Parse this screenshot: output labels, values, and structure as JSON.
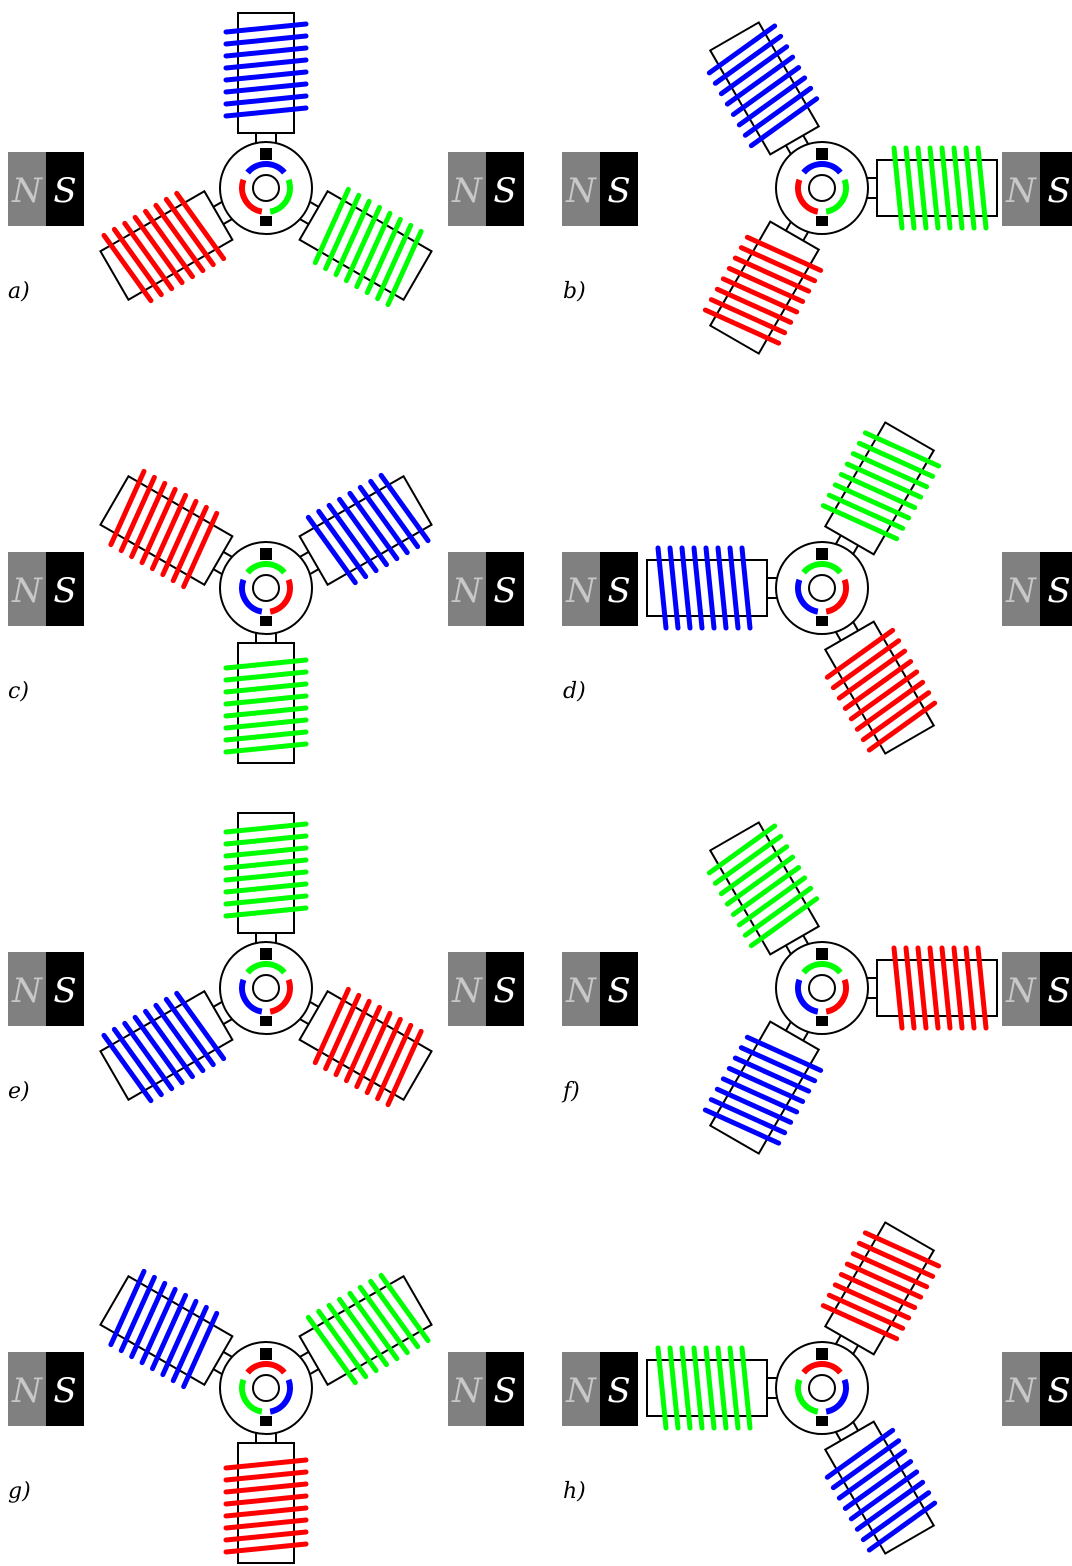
{
  "colors": {
    "north": "#808080",
    "south": "#000000",
    "coil_blue": "#0000ff",
    "coil_red": "#ff0000",
    "coil_green": "#00ff00",
    "frame": "#000000"
  },
  "magnet": {
    "north_label": "N",
    "south_label": "S"
  },
  "panels": [
    {
      "label": "a)",
      "rotation_deg": 0,
      "coils": [
        "blue",
        "green",
        "red"
      ]
    },
    {
      "label": "b)",
      "rotation_deg": -30,
      "coils": [
        "blue",
        "green",
        "red"
      ]
    },
    {
      "label": "c)",
      "rotation_deg": 0,
      "coils": [
        "green",
        "red",
        "blue"
      ],
      "flipped": true
    },
    {
      "label": "d)",
      "rotation_deg": 30,
      "coils": [
        "green",
        "red",
        "blue"
      ]
    },
    {
      "label": "e)",
      "rotation_deg": 0,
      "coils": [
        "green",
        "red",
        "blue"
      ]
    },
    {
      "label": "f)",
      "rotation_deg": -30,
      "coils": [
        "green",
        "red",
        "blue"
      ]
    },
    {
      "label": "g)",
      "rotation_deg": 0,
      "coils": [
        "red",
        "blue",
        "green"
      ],
      "flipped": true
    },
    {
      "label": "h)",
      "rotation_deg": 30,
      "coils": [
        "red",
        "blue",
        "green"
      ]
    }
  ]
}
